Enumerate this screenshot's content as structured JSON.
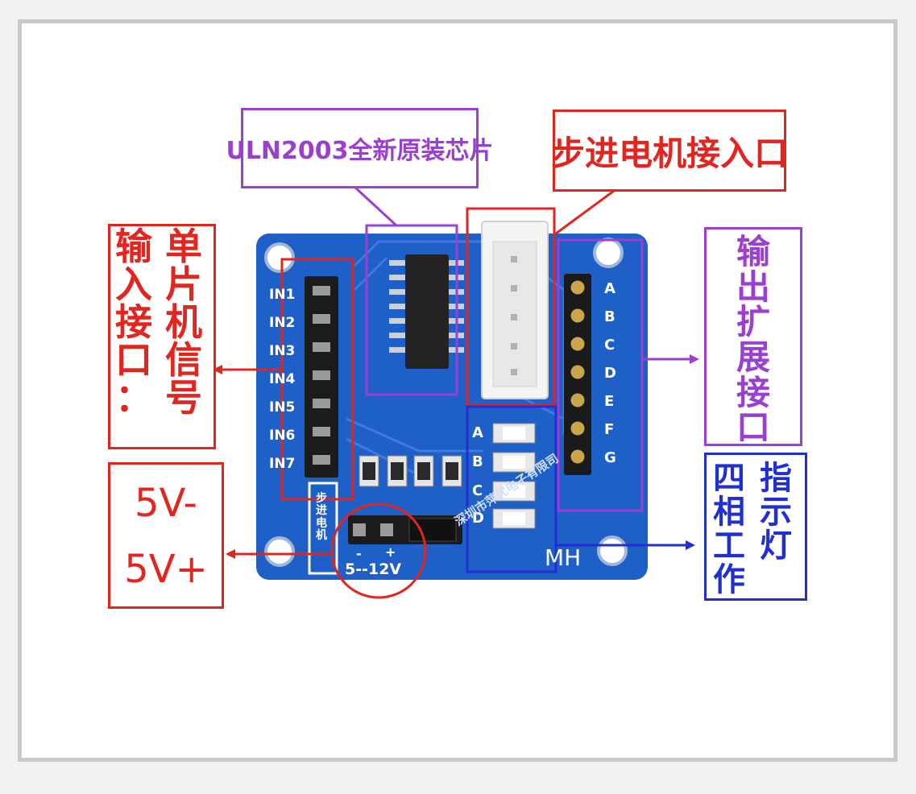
{
  "labels": {
    "chip": "ULN2003全新原装芯片",
    "motor_port": "步进电机接入口",
    "input_left_col": [
      "输",
      "入",
      "接",
      "口",
      "："
    ],
    "input_right_col": [
      "单",
      "片",
      "机",
      "信",
      "号"
    ],
    "power_line1": "5V-",
    "power_line2": "5V+",
    "output_expand": [
      "输",
      "出",
      "扩",
      "展",
      "接",
      "口"
    ],
    "indicator_left_col": [
      "四",
      "相",
      "工",
      "作"
    ],
    "indicator_right_col": [
      "指",
      "示",
      "灯"
    ]
  },
  "board": {
    "input_pins": [
      "IN1",
      "IN2",
      "IN3",
      "IN4",
      "IN5",
      "IN6",
      "IN7"
    ],
    "output_pins": [
      "A",
      "B",
      "C",
      "D",
      "E",
      "F",
      "G"
    ],
    "led_labels": [
      "A",
      "B",
      "C",
      "D"
    ],
    "voltage": "5--12V",
    "minus": "-",
    "plus": "+",
    "brand": "MH",
    "silk_vertical": "步进电机",
    "company": "深圳市萍优电子有限司"
  },
  "colors": {
    "pcb": "#1f5fc8",
    "red": "#e0261f",
    "purple": "#9a3fd0",
    "blue": "#1f2fd0"
  }
}
